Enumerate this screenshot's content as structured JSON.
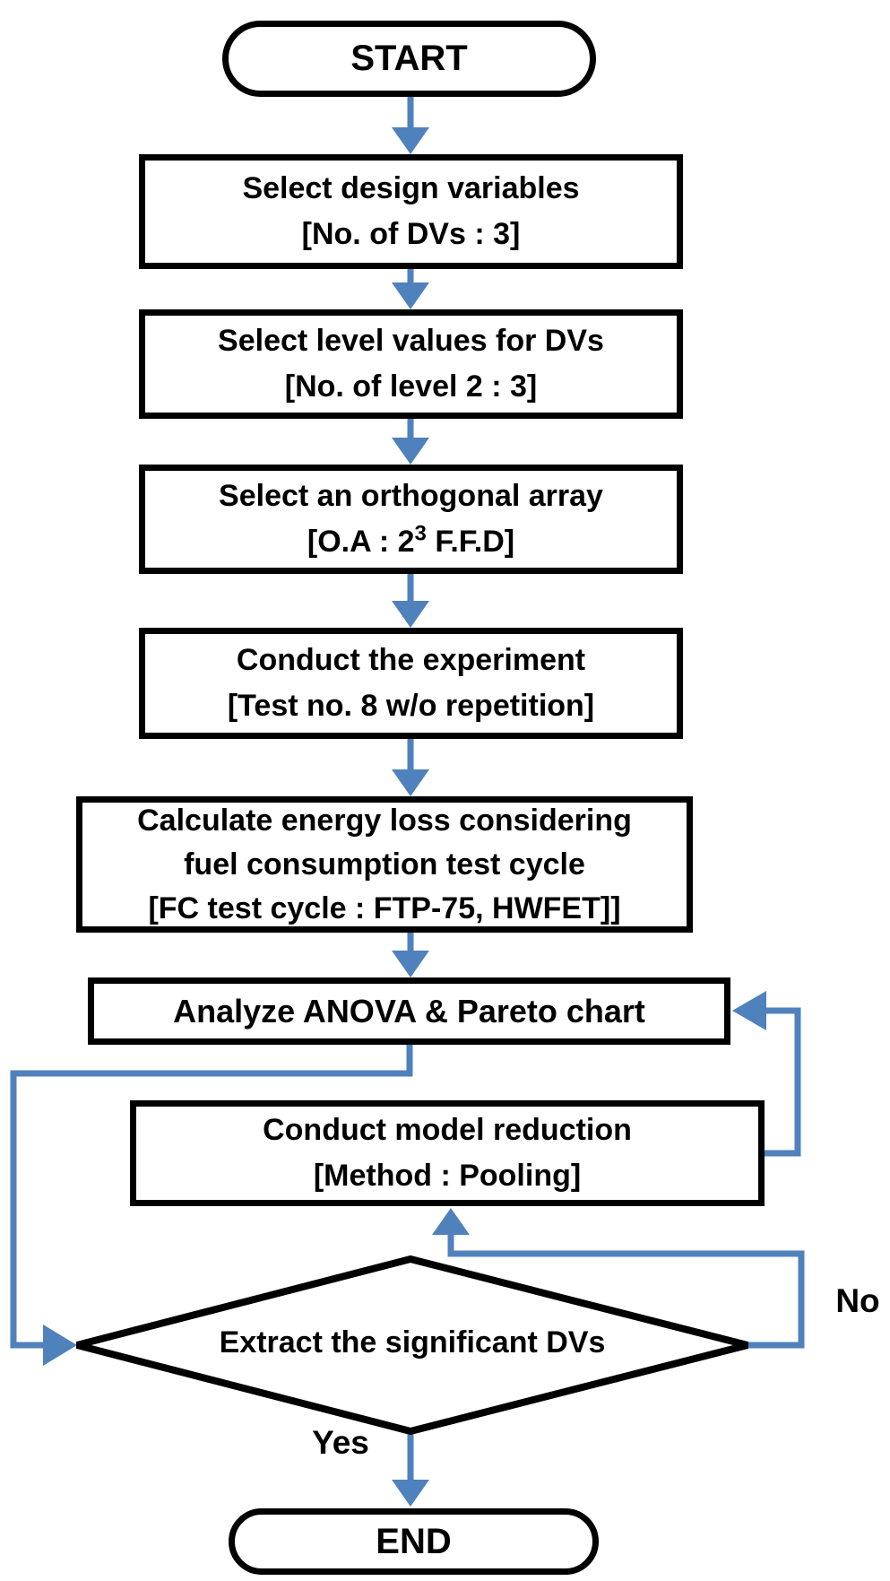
{
  "flowchart": {
    "colors": {
      "arrow_blue": "#4F81BD",
      "shape_border": "#000000",
      "background": "#FFFFFF",
      "text": "#000000"
    },
    "start": {
      "label": "START"
    },
    "end": {
      "label": "END"
    },
    "boxes": [
      {
        "id": "select-design-variables",
        "lines": [
          "Select design variables",
          "[No. of DVs : 3]"
        ]
      },
      {
        "id": "select-level-values",
        "lines": [
          "Select level values for DVs",
          "[No. of level 2 : 3]"
        ]
      },
      {
        "id": "select-orthogonal-array",
        "lines": [
          "Select an orthogonal array"
        ],
        "formula": {
          "pre": "[O.A : 2",
          "sup": "3",
          "post": " F.F.D]"
        }
      },
      {
        "id": "conduct-experiment",
        "lines": [
          "Conduct the experiment",
          "[Test no. 8 w/o repetition]"
        ]
      },
      {
        "id": "calculate-energy-loss",
        "lines": [
          "Calculate energy loss considering",
          "fuel consumption test cycle",
          "[FC test cycle : FTP-75, HWFET]]"
        ]
      },
      {
        "id": "analyze-anova",
        "lines": [
          "Analyze ANOVA & Pareto chart"
        ]
      },
      {
        "id": "conduct-model-reduction",
        "lines": [
          "Conduct model reduction",
          "[Method : Pooling]"
        ]
      }
    ],
    "decision": {
      "label": "Extract the significant DVs",
      "yes_label": "Yes",
      "no_label": "No"
    }
  }
}
